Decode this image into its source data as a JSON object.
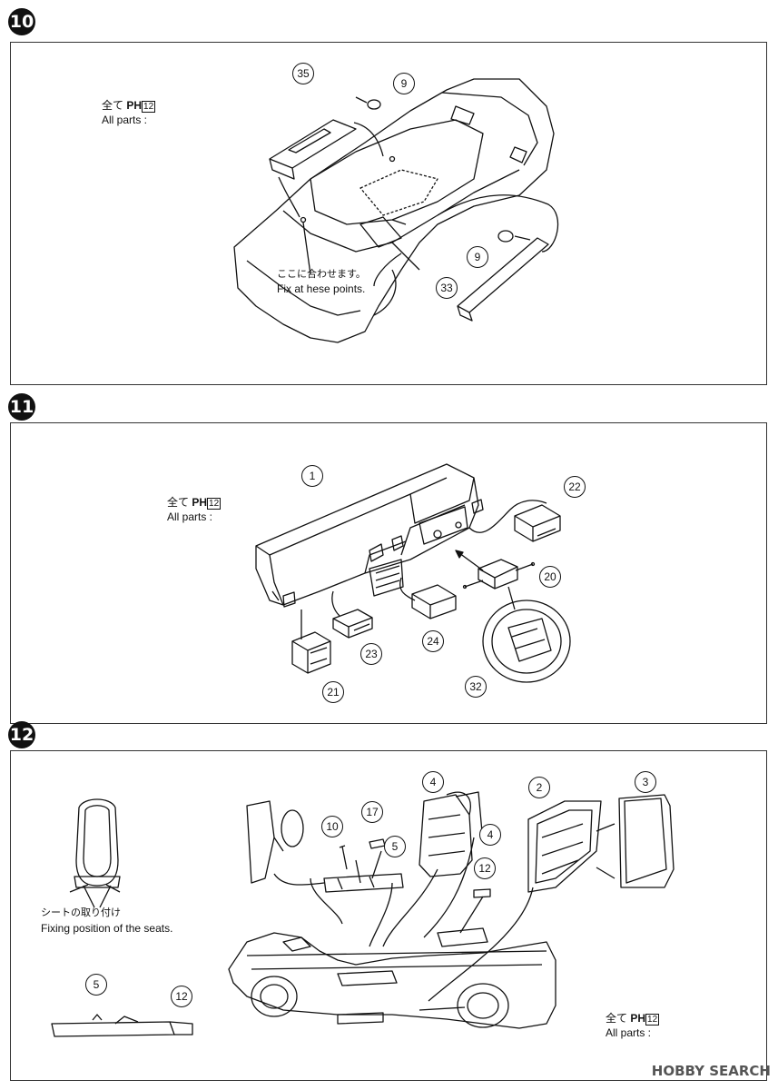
{
  "steps": [
    {
      "number": "10",
      "note_ja": "全て",
      "note_ph": "PH",
      "note_num": "12",
      "note_en": "All parts :",
      "fix_ja": "ここに合わせます。",
      "fix_en": "Fix at hese points.",
      "callouts": [
        "35",
        "9",
        "9",
        "33"
      ]
    },
    {
      "number": "11",
      "note_ja": "全て",
      "note_ph": "PH",
      "note_num": "12",
      "note_en": "All parts :",
      "callouts": [
        "1",
        "22",
        "20",
        "24",
        "23",
        "21",
        "32"
      ]
    },
    {
      "number": "12",
      "seat_ja": "シートの取り付け",
      "seat_en": "Fixing position of the seats.",
      "note_ja": "全て",
      "note_ph": "PH",
      "note_num": "12",
      "note_en": "All parts :",
      "callouts": [
        "4",
        "2",
        "3",
        "17",
        "10",
        "5",
        "4",
        "12",
        "5",
        "12"
      ]
    }
  ],
  "watermark": "HOBBY SEARCH"
}
